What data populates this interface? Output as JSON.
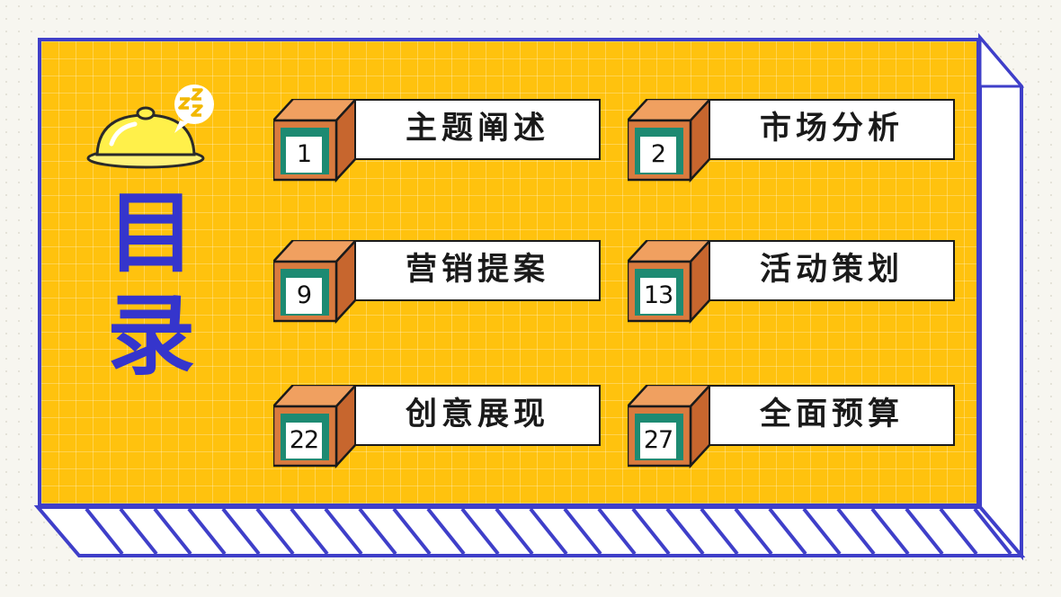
{
  "title": [
    "目",
    "录"
  ],
  "colors": {
    "panel": "#ffc20e",
    "frame": "#3f3fc9",
    "title": "#3535cc",
    "cube_front": "#d97b3f",
    "cube_top": "#f0a060",
    "cube_inner": "#1d8a72"
  },
  "icons": [
    "cloche-icon",
    "sleep-zzz-icon"
  ],
  "toc": [
    {
      "number": "1",
      "label": "主题阐述"
    },
    {
      "number": "2",
      "label": "市场分析"
    },
    {
      "number": "9",
      "label": "营销提案"
    },
    {
      "number": "13",
      "label": "活动策划"
    },
    {
      "number": "22",
      "label": "创意展现"
    },
    {
      "number": "27",
      "label": "全面预算"
    }
  ]
}
